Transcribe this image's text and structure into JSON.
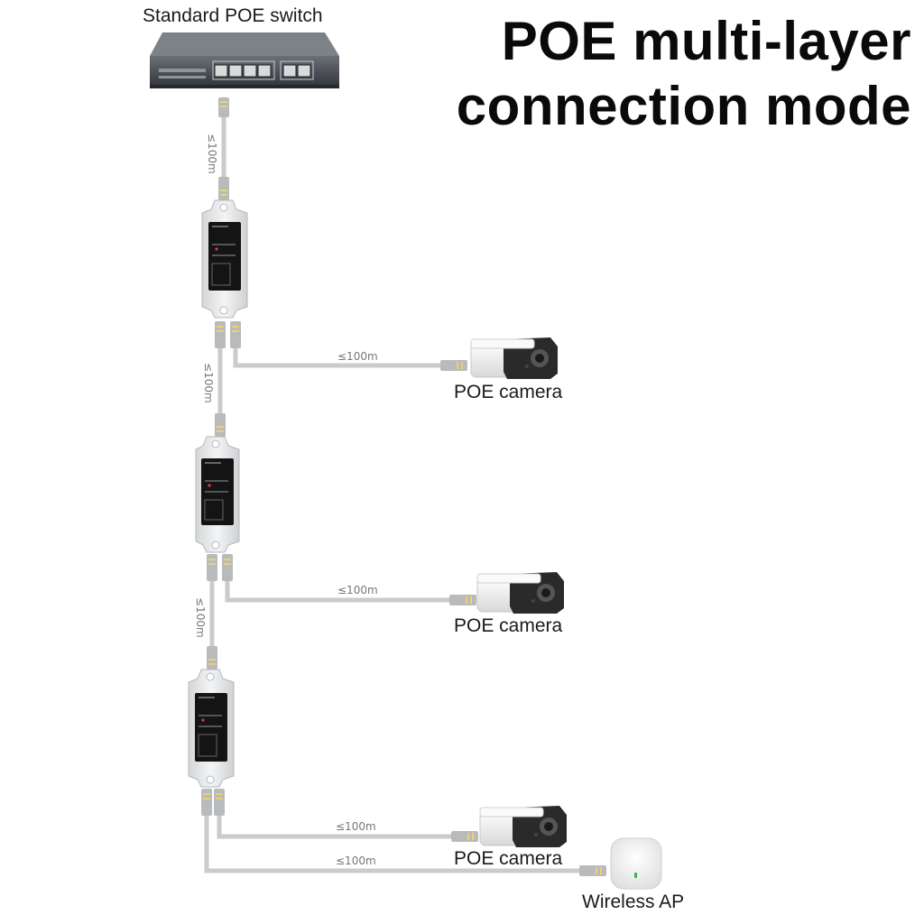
{
  "title": {
    "line1": "POE multi-layer",
    "line2": "connection mode"
  },
  "switch": {
    "label": "Standard POE switch"
  },
  "extenders": [
    {
      "id": "extender-1"
    },
    {
      "id": "extender-2"
    },
    {
      "id": "extender-3"
    }
  ],
  "cable_distance_label": "≤100m",
  "devices": {
    "camera_1": "POE camera",
    "camera_2": "POE camera",
    "camera_3": "POE camera",
    "access_point": "Wireless AP"
  },
  "colors": {
    "cable": "#c9cbcd",
    "extender_body": "#e9eaeb",
    "extender_panel": "#141414",
    "switch_body": "#3d4147",
    "camera_body": "#f4f4f4",
    "camera_hood": "#2a2a2a"
  }
}
